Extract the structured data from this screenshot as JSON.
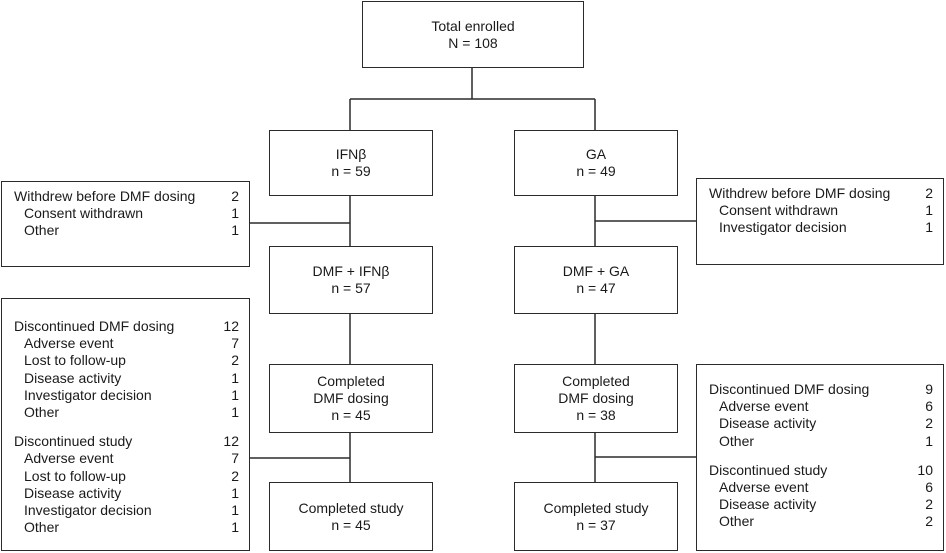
{
  "total": {
    "label": "Total enrolled",
    "n": "N = 108"
  },
  "left": {
    "arm": {
      "label": "IFNβ",
      "n": "n = 59"
    },
    "withdrew": {
      "title": "Withdrew before DMF dosing",
      "count": "2",
      "items": [
        {
          "label": "Consent withdrawn",
          "count": "1"
        },
        {
          "label": "Other",
          "count": "1"
        }
      ]
    },
    "dmf": {
      "label": "DMF + IFNβ",
      "n": "n = 57"
    },
    "discontinued_dosing": {
      "title": "Discontinued DMF dosing",
      "count": "12",
      "items": [
        {
          "label": "Adverse event",
          "count": "7"
        },
        {
          "label": "Lost to follow-up",
          "count": "2"
        },
        {
          "label": "Disease activity",
          "count": "1"
        },
        {
          "label": "Investigator decision",
          "count": "1"
        },
        {
          "label": "Other",
          "count": "1"
        }
      ]
    },
    "discontinued_study": {
      "title": "Discontinued study",
      "count": "12",
      "items": [
        {
          "label": "Adverse event",
          "count": "7"
        },
        {
          "label": "Lost to follow-up",
          "count": "2"
        },
        {
          "label": "Disease activity",
          "count": "1"
        },
        {
          "label": "Investigator decision",
          "count": "1"
        },
        {
          "label": "Other",
          "count": "1"
        }
      ]
    },
    "completed_dosing": {
      "line1": "Completed",
      "line2": "DMF dosing",
      "n": "n = 45"
    },
    "completed_study": {
      "label": "Completed study",
      "n": "n = 45"
    }
  },
  "right": {
    "arm": {
      "label": "GA",
      "n": "n = 49"
    },
    "withdrew": {
      "title": "Withdrew before DMF dosing",
      "count": "2",
      "items": [
        {
          "label": "Consent withdrawn",
          "count": "1"
        },
        {
          "label": "Investigator decision",
          "count": "1"
        }
      ]
    },
    "dmf": {
      "label": "DMF + GA",
      "n": "n = 47"
    },
    "discontinued_dosing": {
      "title": "Discontinued DMF dosing",
      "count": "9",
      "items": [
        {
          "label": "Adverse event",
          "count": "6"
        },
        {
          "label": "Disease activity",
          "count": "2"
        },
        {
          "label": "Other",
          "count": "1"
        }
      ]
    },
    "discontinued_study": {
      "title": "Discontinued study",
      "count": "10",
      "items": [
        {
          "label": "Adverse event",
          "count": "6"
        },
        {
          "label": "Disease activity",
          "count": "2"
        },
        {
          "label": "Other",
          "count": "2"
        }
      ]
    },
    "completed_dosing": {
      "line1": "Completed",
      "line2": "DMF dosing",
      "n": "n = 38"
    },
    "completed_study": {
      "label": "Completed study",
      "n": "n = 37"
    }
  }
}
